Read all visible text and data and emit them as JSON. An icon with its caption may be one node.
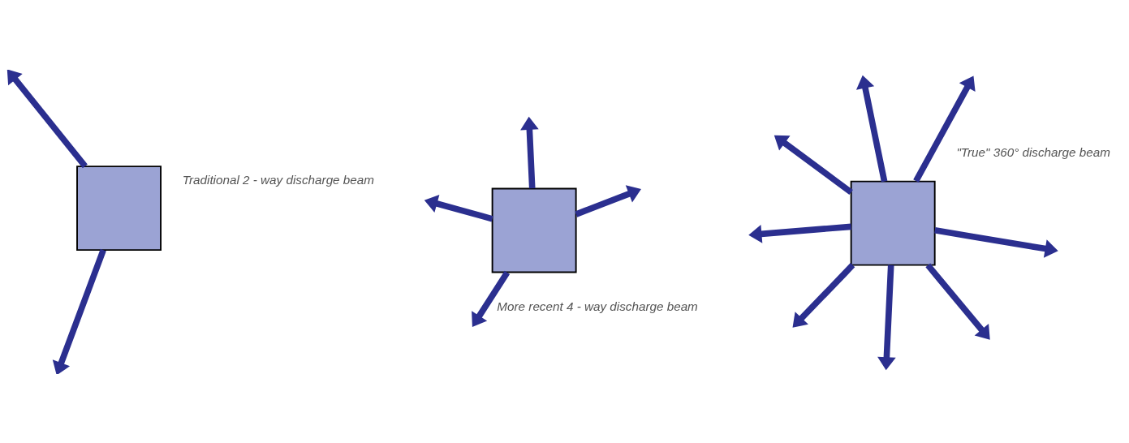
{
  "diagram": {
    "nodes": [
      {
        "text": [],
        "shape": "box",
        "beside": [
          "Traditional 2 - way discharge beam"
        ]
      },
      {
        "text": [],
        "shape": "box",
        "beside": [
          "More recent 4 - way discharge beam"
        ]
      },
      {
        "text": [],
        "shape": "box",
        "beside": [
          "\"True\" 360° discharge beam"
        ]
      }
    ],
    "edges": [
      {
        "from": 0,
        "to": null,
        "arrow": "to"
      },
      {
        "from": 0,
        "to": null,
        "arrow": "to"
      },
      {
        "from": 1,
        "to": null,
        "arrow": "to"
      },
      {
        "from": 1,
        "to": null,
        "arrow": "to"
      },
      {
        "from": 1,
        "to": null,
        "arrow": "to"
      },
      {
        "from": 1,
        "to": null,
        "arrow": "to"
      },
      {
        "from": 2,
        "to": null,
        "arrow": "to"
      },
      {
        "from": 2,
        "to": null,
        "arrow": "to"
      },
      {
        "from": 2,
        "to": null,
        "arrow": "to"
      },
      {
        "from": 2,
        "to": null,
        "arrow": "to"
      },
      {
        "from": 2,
        "to": null,
        "arrow": "to"
      },
      {
        "from": 2,
        "to": null,
        "arrow": "to"
      },
      {
        "from": 2,
        "to": null,
        "arrow": "to"
      },
      {
        "from": 2,
        "to": null,
        "arrow": "to"
      }
    ]
  }
}
